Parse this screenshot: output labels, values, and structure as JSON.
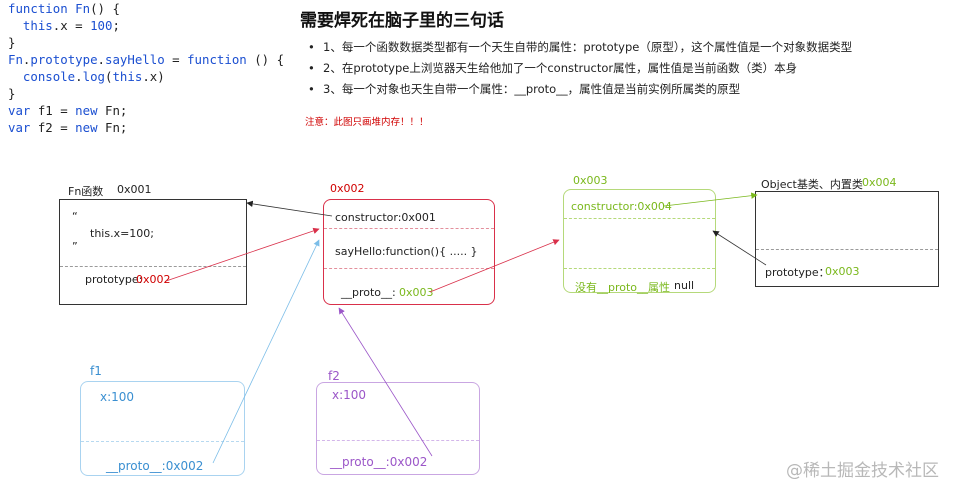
{
  "code": {
    "line1": {
      "kw": "function",
      "name": "Fn",
      "rest": "() {"
    },
    "line2": {
      "a": "this",
      "b": ".x = ",
      "c": "100",
      "d": ";"
    },
    "line3": "}",
    "line4": {
      "a": "Fn",
      "b": ".",
      "c": "prototype",
      "d": ".",
      "e": "sayHello",
      "f": " = ",
      "g": "function",
      "h": " () {"
    },
    "line5": {
      "a": "console",
      "b": ".",
      "c": "log",
      "d": "(",
      "e": "this",
      "f": ".x)"
    },
    "line6": "}",
    "line7": {
      "kw": "var",
      "rest": " f1 = ",
      "kw2": "new",
      "rest2": " Fn;"
    },
    "line8": {
      "kw": "var",
      "rest": " f2 = ",
      "kw2": "new",
      "rest2": " Fn;"
    }
  },
  "title": "需要焊死在脑子里的三句话",
  "bullets": [
    "1、每一个函数数据类型都有一个天生自带的属性：prototype（原型），这个属性值是一个对象数据类型",
    "2、在prototype上浏览器天生给他加了一个constructor属性，属性值是当前函数（类）本身",
    "3、每一个对象也天生自带一个属性：__proto__，属性值是当前实例所属类的原型"
  ],
  "warning": "注意：此图只画堆内存！！！",
  "fn_box": {
    "name": "Fn函数",
    "addr": "0x001",
    "quote_open": "“",
    "body": "this.x=100;",
    "quote_close": "”",
    "proto_key": "prototype:",
    "proto_val": "0x002"
  },
  "proto_box": {
    "addr": "0x002",
    "constructor": "constructor:0x001",
    "say_hello": "sayHello:function(){ ..... }",
    "proto_key": "__proto__:",
    "proto_val": "0x003"
  },
  "obj_proto_box": {
    "addr": "0x003",
    "constructor": "constructor:0x004",
    "no_proto": "没有__proto__属性",
    "null": "null"
  },
  "object_box": {
    "name": "Object基类、内置类",
    "addr": "0x004",
    "proto_key": "prototype：",
    "proto_val": "0x003"
  },
  "f1_box": {
    "name": "f1",
    "prop": "x:100",
    "proto": "__proto__:0x002"
  },
  "f2_box": {
    "name": "f2",
    "prop": "x:100",
    "proto": "__proto__:0x002"
  },
  "watermark": "@稀土掘金技术社区",
  "colors": {
    "red": "#d9304a",
    "green": "#7ab81c",
    "blue": "#7bbde8",
    "purple": "#9b56c8",
    "black": "#222222",
    "code_blue": "#1b4fd1"
  }
}
